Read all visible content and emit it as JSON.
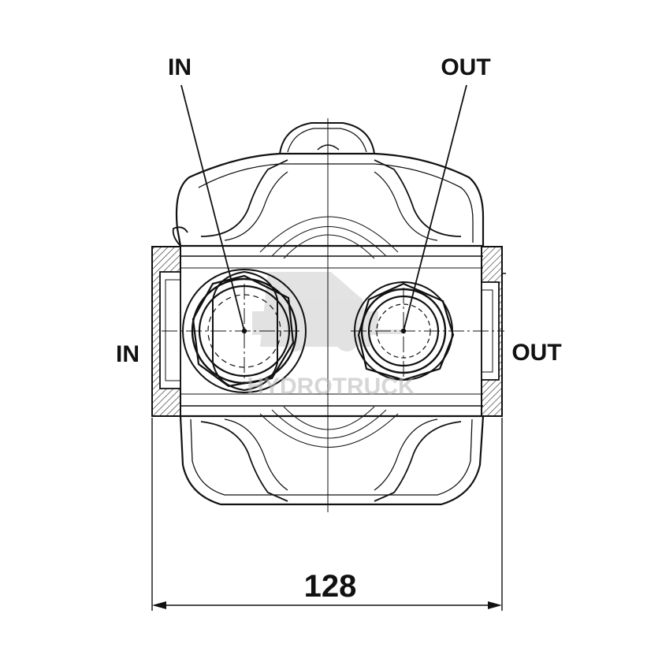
{
  "labels": {
    "top_inlet": "IN",
    "top_outlet": "OUT",
    "side_inlet": "IN",
    "side_outlet": "OUT"
  },
  "dimension": {
    "width_value": "128"
  },
  "watermark": {
    "text": "HYDROTRUCK"
  }
}
